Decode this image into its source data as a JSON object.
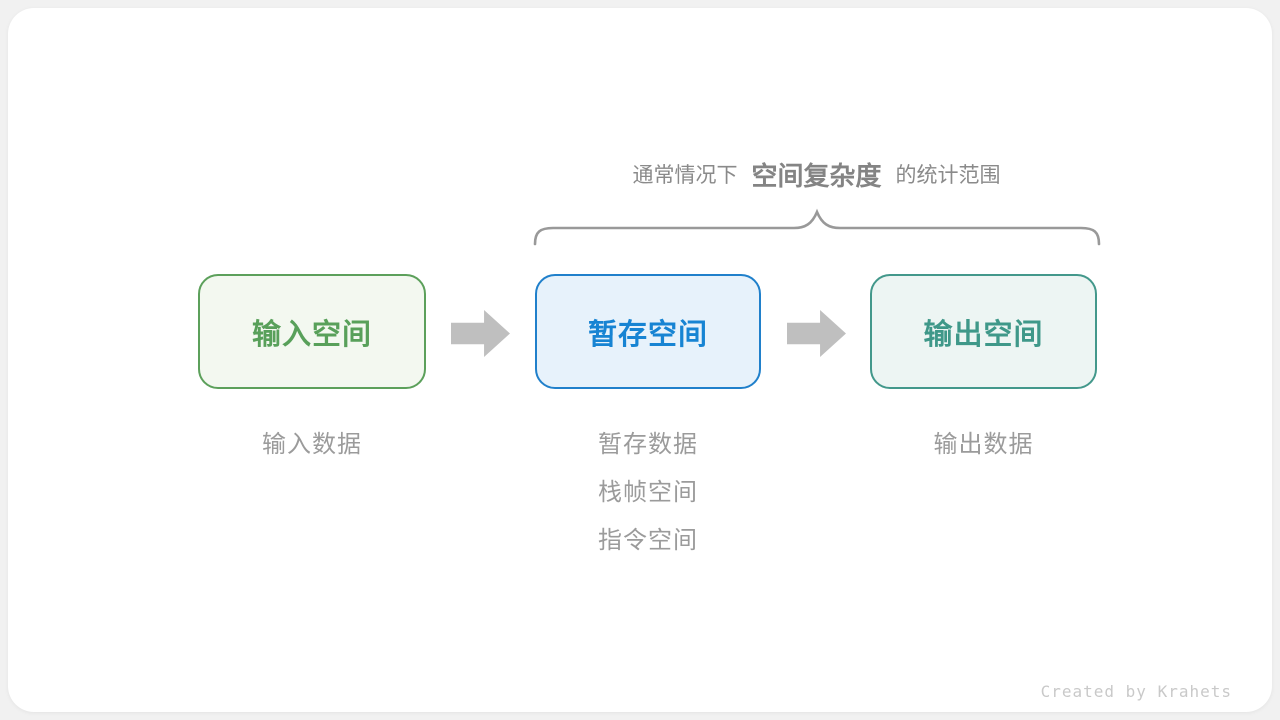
{
  "caption": {
    "prefix": "通常情况下",
    "highlight": "空间复杂度",
    "suffix": "的统计范围"
  },
  "boxes": [
    {
      "id": "input-space",
      "label": "输入空间",
      "sub_labels": [
        "输入数据"
      ],
      "border_color": "#5ca05b",
      "background_color": "#f3f8f0",
      "text_color": "#58a05a"
    },
    {
      "id": "temporary-space",
      "label": "暂存空间",
      "sub_labels": [
        "暂存数据",
        "栈帧空间",
        "指令空间"
      ],
      "border_color": "#2080cb",
      "background_color": "#e7f2fb",
      "text_color": "#1784d3"
    },
    {
      "id": "output-space",
      "label": "输出空间",
      "sub_labels": [
        "输出数据"
      ],
      "border_color": "#43988b",
      "background_color": "#edf5f3",
      "text_color": "#3f9889"
    }
  ],
  "icons": {
    "arrow": "right-block-arrow",
    "brace": "horizontal-curly-brace"
  },
  "colors": {
    "arrow_gray": "#bfbfbf",
    "brace_gray": "#999999",
    "caption_gray": "#8a8a8a",
    "sublabel_gray": "#9b9b9b",
    "card_background": "#ffffff",
    "page_background": "#f1f1f1"
  },
  "footer": {
    "credit": "Created by Krahets"
  }
}
